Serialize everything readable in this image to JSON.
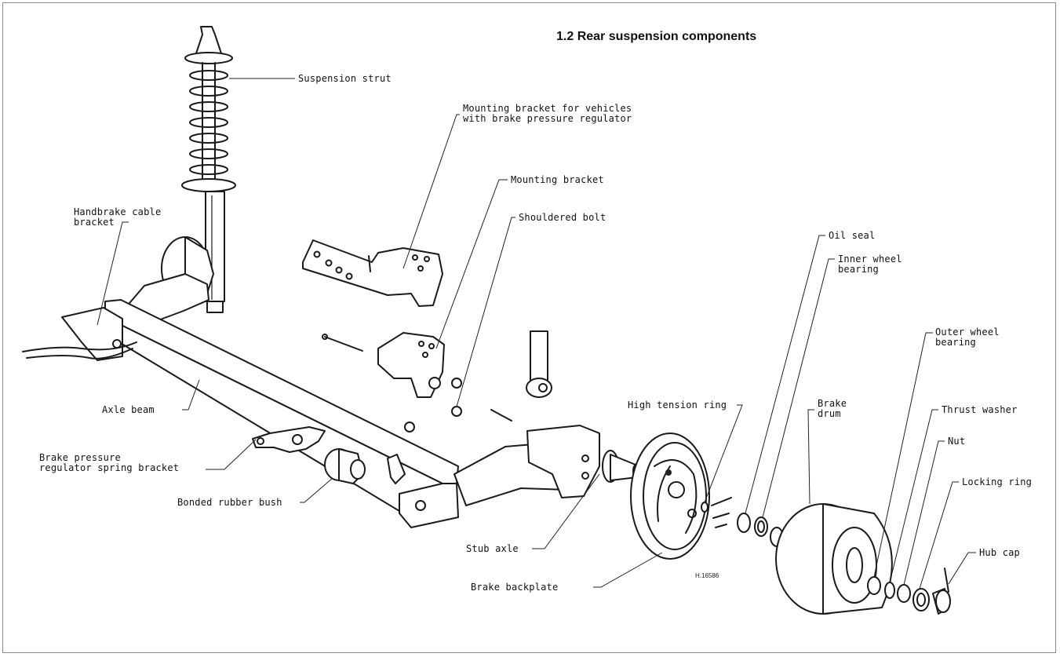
{
  "title": "1.2 Rear suspension components",
  "drawing_code": "H.16586",
  "labels": {
    "suspension_strut": "Suspension strut",
    "mounting_bracket_regulator": "Mounting bracket for vehicles\nwith brake pressure regulator",
    "mounting_bracket": "Mounting bracket",
    "shouldered_bolt": "Shouldered bolt",
    "handbrake_cable_bracket": "Handbrake cable\nbracket",
    "oil_seal": "Oil seal",
    "inner_wheel_bearing": "Inner wheel\nbearing",
    "outer_wheel_bearing": "Outer wheel\nbearing",
    "thrust_washer": "Thrust washer",
    "high_tension_ring": "High tension ring",
    "brake_drum": "Brake\ndrum",
    "nut": "Nut",
    "locking_ring": "Locking ring",
    "hub_cap": "Hub cap",
    "axle_beam": "Axle beam",
    "brake_pressure_regulator_spring_bracket": "Brake pressure\nregulator spring bracket",
    "bonded_rubber_bush": "Bonded rubber bush",
    "stub_axle": "Stub axle",
    "brake_backplate": "Brake backplate"
  }
}
